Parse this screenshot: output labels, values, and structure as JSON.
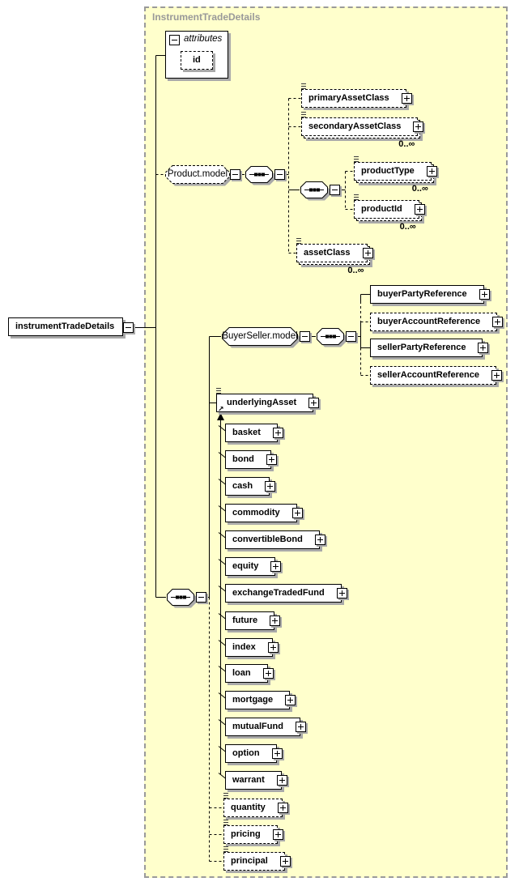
{
  "title": "InstrumentTradeDetails",
  "root_element": {
    "label": "instrumentTradeDetails"
  },
  "attributes_section": {
    "label": "attributes",
    "attribute": "id"
  },
  "product_group": {
    "label": "Product.model",
    "children": [
      {
        "label": "primaryAssetClass",
        "cardinality": ""
      },
      {
        "label": "secondaryAssetClass",
        "cardinality": "0..∞"
      },
      {
        "label": "productType",
        "cardinality": "0..∞"
      },
      {
        "label": "productId",
        "cardinality": "0..∞"
      },
      {
        "label": "assetClass",
        "cardinality": "0..∞"
      }
    ]
  },
  "buyer_seller_group": {
    "label": "BuyerSeller.model",
    "children": [
      {
        "label": "buyerPartyReference"
      },
      {
        "label": "buyerAccountReference"
      },
      {
        "label": "sellerPartyReference"
      },
      {
        "label": "sellerAccountReference"
      }
    ]
  },
  "underlying": {
    "head": "underlyingAsset",
    "substitutions": [
      "basket",
      "bond",
      "cash",
      "commodity",
      "convertibleBond",
      "equity",
      "exchangeTradedFund",
      "future",
      "index",
      "loan",
      "mortgage",
      "mutualFund",
      "option",
      "warrant"
    ]
  },
  "optional_elements": [
    "quantity",
    "pricing",
    "principal"
  ],
  "icons": {
    "expand": "+",
    "collapse": "−",
    "reference_arrow": "↗",
    "substitution_arrow": "▲",
    "annotation": "≡",
    "sequence_compositor": "-▪▪▪-"
  },
  "colors": {
    "frame_fill": "#ffffcc",
    "frame_border": "#9a9a9a",
    "title_text": "#999999",
    "box_fill": "#ffffff",
    "box_border": "#000000",
    "shadow": "#a9a9a9"
  }
}
